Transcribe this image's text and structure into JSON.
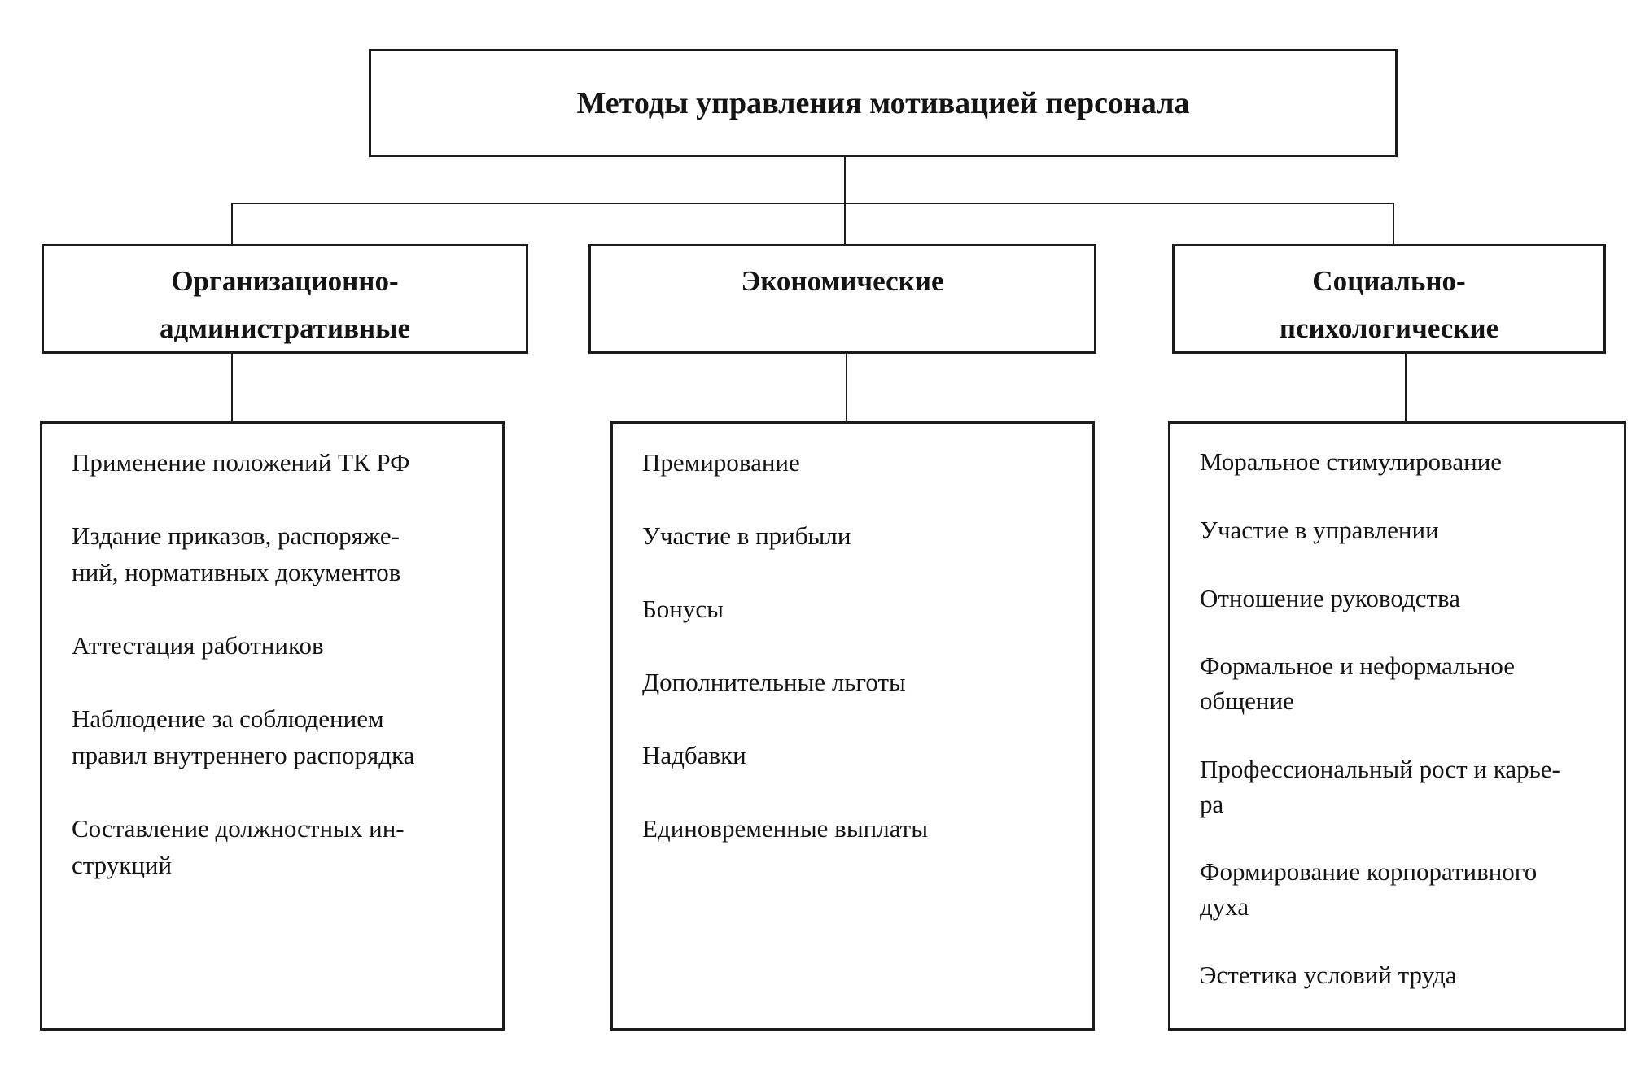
{
  "colors": {
    "background": "#ffffff",
    "border": "#1c1c1c",
    "text": "#141414"
  },
  "diagram": {
    "title": "Методы управления мотивацией персонала",
    "columns": [
      {
        "header": "Организационно-\nадминистративные",
        "items": [
          "Применение положений ТК РФ",
          "Издание приказов, распоряже-\nний, нормативных документов",
          "Аттестация работников",
          "Наблюдение за соблюдением\nправил внутреннего распорядка",
          "Составление должностных ин-\nструкций"
        ]
      },
      {
        "header": "Экономические",
        "items": [
          "Премирование",
          "Участие в прибыли",
          "Бонусы",
          "Дополнительные льготы",
          "Надбавки",
          "Единовременные выплаты"
        ]
      },
      {
        "header": "Социально-\nпсихологические",
        "items": [
          "Моральное стимулирование",
          "Участие в управлении",
          "Отношение руководства",
          "Формальное и неформальное\nобщение",
          "Профессиональный рост и карье-\nра",
          "Формирование корпоративного\nдуха",
          "Эстетика условий труда"
        ]
      }
    ]
  }
}
